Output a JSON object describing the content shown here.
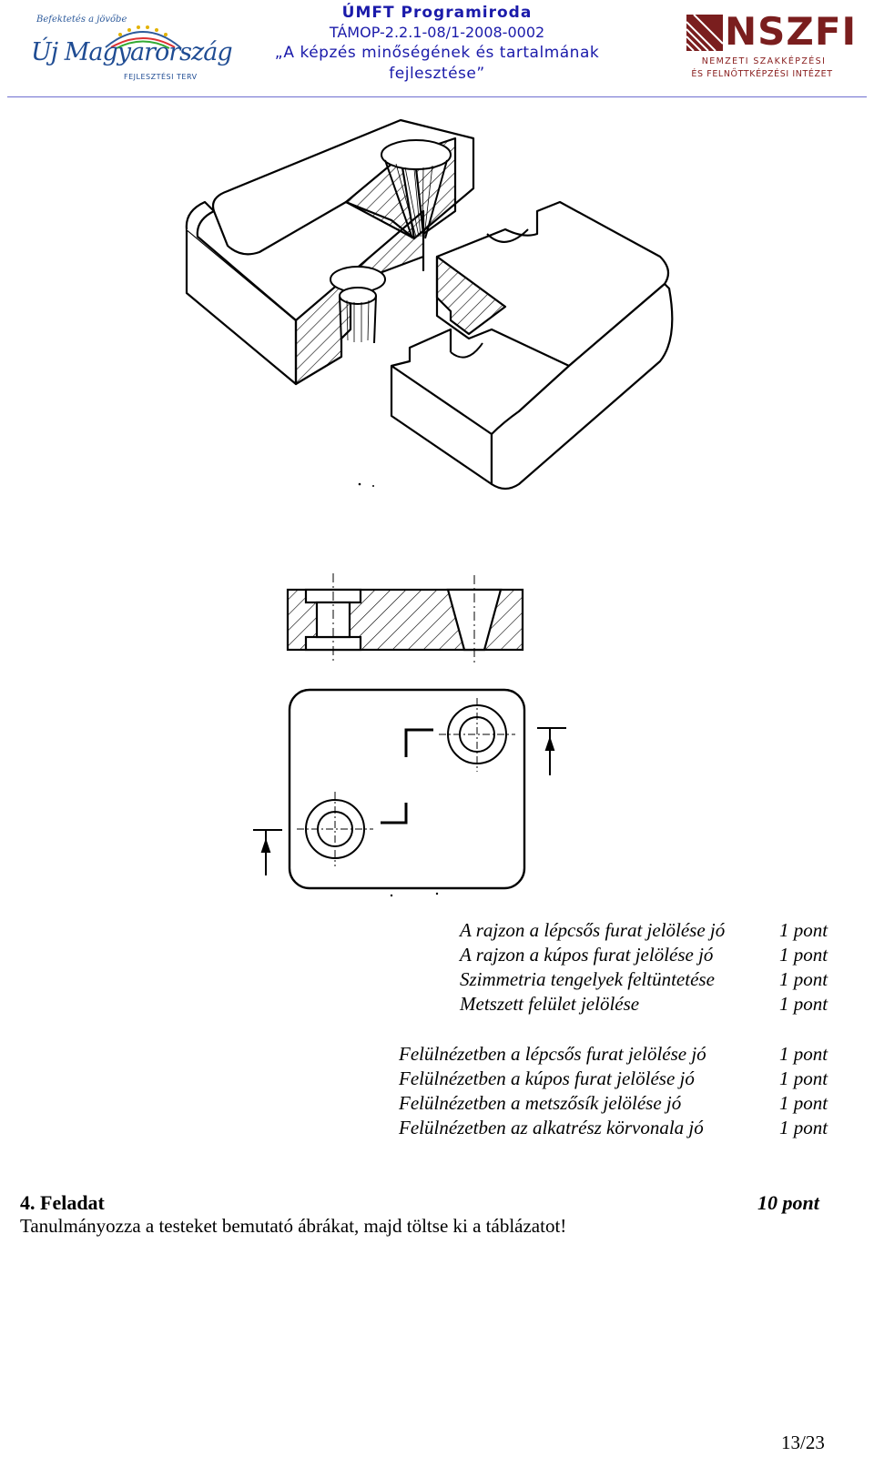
{
  "header": {
    "left_logo": {
      "tagline": "Befektetés a jövőbe",
      "wordmark": "Új Magyarország",
      "plan": "FEJLESZTÉSI TERV"
    },
    "center": {
      "line1": "ÚMFT Programiroda",
      "line2": "TÁMOP-2.2.1-08/1-2008-0002",
      "line3": "„A képzés minőségének és tartalmának",
      "line4": "fejlesztése”"
    },
    "right_logo": {
      "name": "NSZFI",
      "line1": "NEMZETI SZAKKÉPZÉSI",
      "line2": "ÉS FELNŐTTKÉPZÉSI INTÉZET"
    }
  },
  "criteria": {
    "group1": [
      {
        "label": "A rajzon a lépcsős furat jelölése jó",
        "points": "1 pont"
      },
      {
        "label": "A rajzon a kúpos furat jelölése jó",
        "points": "1 pont"
      },
      {
        "label": "Szimmetria tengelyek feltüntetése",
        "points": "1 pont"
      },
      {
        "label": "Metszett felület jelölése",
        "points": "1 pont"
      }
    ],
    "group2": [
      {
        "label": "Felülnézetben a lépcsős furat jelölése jó",
        "points": "1 pont"
      },
      {
        "label": "Felülnézetben a kúpos furat jelölése jó",
        "points": "1 pont"
      },
      {
        "label": "Felülnézetben a metszősík jelölése jó",
        "points": "1 pont"
      },
      {
        "label": "Felülnézetben az alkatrész körvonala jó",
        "points": "1 pont"
      }
    ]
  },
  "task": {
    "title": "4. Feladat",
    "points": "10 pont",
    "instruction": "Tanulmányozza a testeket bemutató ábrákat, majd töltse ki a táblázatot!"
  },
  "page_number": "13/23"
}
